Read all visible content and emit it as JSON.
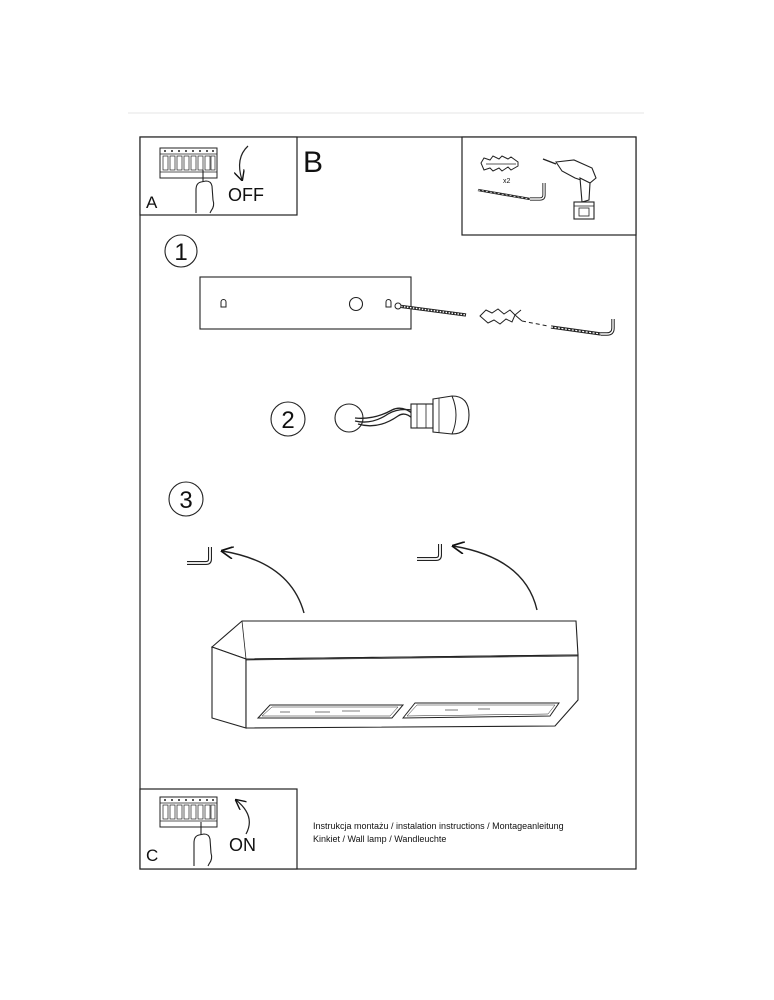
{
  "section_label": "B",
  "box_a": {
    "letter": "A",
    "action": "OFF"
  },
  "box_c": {
    "letter": "C",
    "action": "ON"
  },
  "tools": {
    "quantity": "x2"
  },
  "steps": [
    "1",
    "2",
    "3"
  ],
  "footer": {
    "line1": "Instrukcja montażu / instalation instructions / Montageanleitung",
    "line2": "Kinkiet / Wall lamp / Wandleuchte"
  }
}
